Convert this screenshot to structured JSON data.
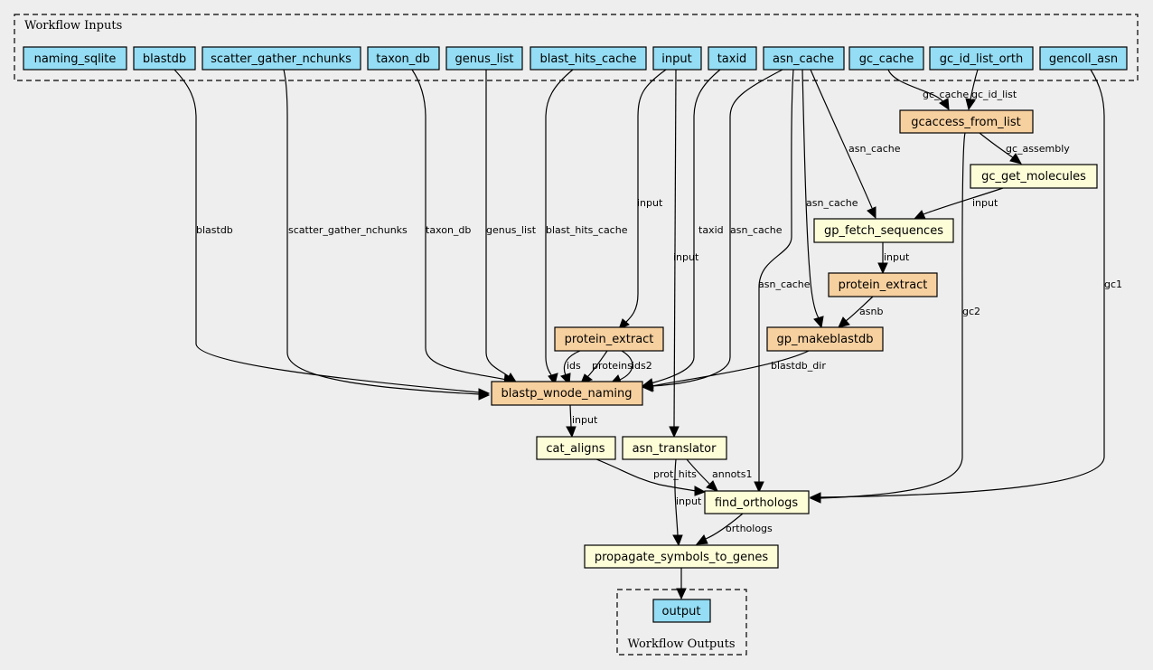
{
  "colors": {
    "background": "#eeeeee",
    "input_node": "#94ddf4",
    "output_node": "#94ddf4",
    "tool_node": "#f7d09f",
    "step_node": "#fdfdd8"
  },
  "clusters": {
    "inputs_title": "Workflow Inputs",
    "outputs_title": "Workflow Outputs"
  },
  "nodes": {
    "naming_sqlite": "naming_sqlite",
    "blastdb": "blastdb",
    "scatter_gather_nchunks": "scatter_gather_nchunks",
    "taxon_db": "taxon_db",
    "genus_list": "genus_list",
    "blast_hits_cache": "blast_hits_cache",
    "input": "input",
    "taxid": "taxid",
    "asn_cache": "asn_cache",
    "gc_cache": "gc_cache",
    "gc_id_list_orth": "gc_id_list_orth",
    "gencoll_asn": "gencoll_asn",
    "gcaccess_from_list": "gcaccess_from_list",
    "gc_get_molecules": "gc_get_molecules",
    "gp_fetch_sequences": "gp_fetch_sequences",
    "protein_extract_right": "protein_extract",
    "gp_makeblastdb": "gp_makeblastdb",
    "protein_extract_left": "protein_extract",
    "blastp_wnode_naming": "blastp_wnode_naming",
    "cat_aligns": "cat_aligns",
    "asn_translator": "asn_translator",
    "find_orthologs": "find_orthologs",
    "propagate_symbols_to_genes": "propagate_symbols_to_genes",
    "output": "output"
  },
  "edge_labels": {
    "blastdb": "blastdb",
    "scatter_gather_nchunks": "scatter_gather_nchunks",
    "taxon_db": "taxon_db",
    "genus_list": "genus_list",
    "blast_hits_cache": "blast_hits_cache",
    "input_to_protein_extract": "input",
    "input_to_asn_translator": "input",
    "taxid": "taxid",
    "asn_cache_to_blastp": "asn_cache",
    "asn_cache_to_find_orthologs": "asn_cache",
    "asn_cache_to_gp_makeblastdb": "asn_cache",
    "asn_cache_to_gp_fetch": "asn_cache",
    "gc_cache": "gc_cache",
    "gc_id_list": "gc_id_list",
    "gc_assembly": "gc_assembly",
    "gc_get_molecules_input": "input",
    "gp_fetch_input": "input",
    "asnb": "asnb",
    "blastdb_dir": "blastdb_dir",
    "gc2": "gc2",
    "gc1": "gc1",
    "ids": "ids",
    "proteins": "proteins",
    "ids2": "ids2",
    "blastp_input": "input",
    "prot_hits": "prot_hits",
    "annots1": "annots1",
    "asn_translator_input": "input",
    "orthologs": "orthologs"
  }
}
